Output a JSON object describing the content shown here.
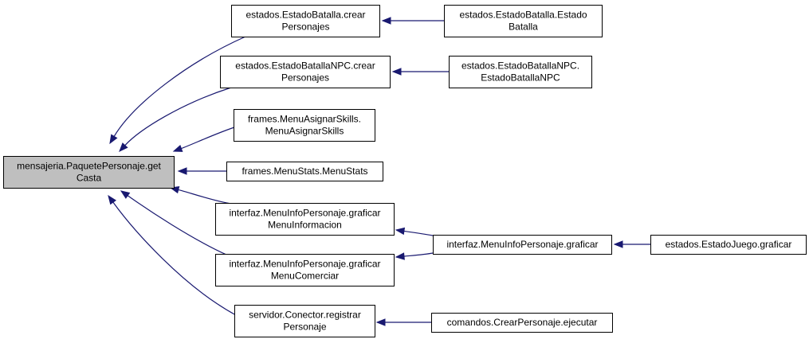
{
  "diagram": {
    "colors": {
      "edge": "#191970",
      "node_fill": "#ffffff",
      "root_fill": "#bfbfbf",
      "border": "#000000"
    },
    "nodes": [
      {
        "id": "root",
        "lines": [
          "mensajeria.PaquetePersonaje.get",
          "Casta"
        ],
        "highlight": true
      },
      {
        "id": "ebcp",
        "lines": [
          "estados.EstadoBatalla.crear",
          "Personajes"
        ]
      },
      {
        "id": "ebeb",
        "lines": [
          "estados.EstadoBatalla.Estado",
          "Batalla"
        ]
      },
      {
        "id": "ebnpccp",
        "lines": [
          "estados.EstadoBatallaNPC.crear",
          "Personajes"
        ]
      },
      {
        "id": "ebnpcc",
        "lines": [
          "estados.EstadoBatallaNPC.",
          "EstadoBatallaNPC"
        ]
      },
      {
        "id": "mas",
        "lines": [
          "frames.MenuAsignarSkills.",
          "MenuAsignarSkills"
        ]
      },
      {
        "id": "ms",
        "lines": [
          "frames.MenuStats.MenuStats"
        ]
      },
      {
        "id": "gmi",
        "lines": [
          "interfaz.MenuInfoPersonaje.graficar",
          "MenuInformacion"
        ]
      },
      {
        "id": "gmc",
        "lines": [
          "interfaz.MenuInfoPersonaje.graficar",
          "MenuComerciar"
        ]
      },
      {
        "id": "graf",
        "lines": [
          "interfaz.MenuInfoPersonaje.graficar"
        ]
      },
      {
        "id": "ejg",
        "lines": [
          "estados.EstadoJuego.graficar"
        ]
      },
      {
        "id": "crp",
        "lines": [
          "servidor.Conector.registrar",
          "Personaje"
        ]
      },
      {
        "id": "cpe",
        "lines": [
          "comandos.CrearPersonaje.ejecutar"
        ]
      }
    ],
    "edges": [
      {
        "from": "ebcp",
        "to": "root"
      },
      {
        "from": "ebnpccp",
        "to": "root"
      },
      {
        "from": "mas",
        "to": "root"
      },
      {
        "from": "ms",
        "to": "root"
      },
      {
        "from": "gmi",
        "to": "root"
      },
      {
        "from": "gmc",
        "to": "root"
      },
      {
        "from": "crp",
        "to": "root"
      },
      {
        "from": "ebeb",
        "to": "ebcp"
      },
      {
        "from": "ebnpcc",
        "to": "ebnpccp"
      },
      {
        "from": "graf",
        "to": "gmi"
      },
      {
        "from": "graf",
        "to": "gmc"
      },
      {
        "from": "ejg",
        "to": "graf"
      },
      {
        "from": "cpe",
        "to": "crp"
      }
    ]
  }
}
